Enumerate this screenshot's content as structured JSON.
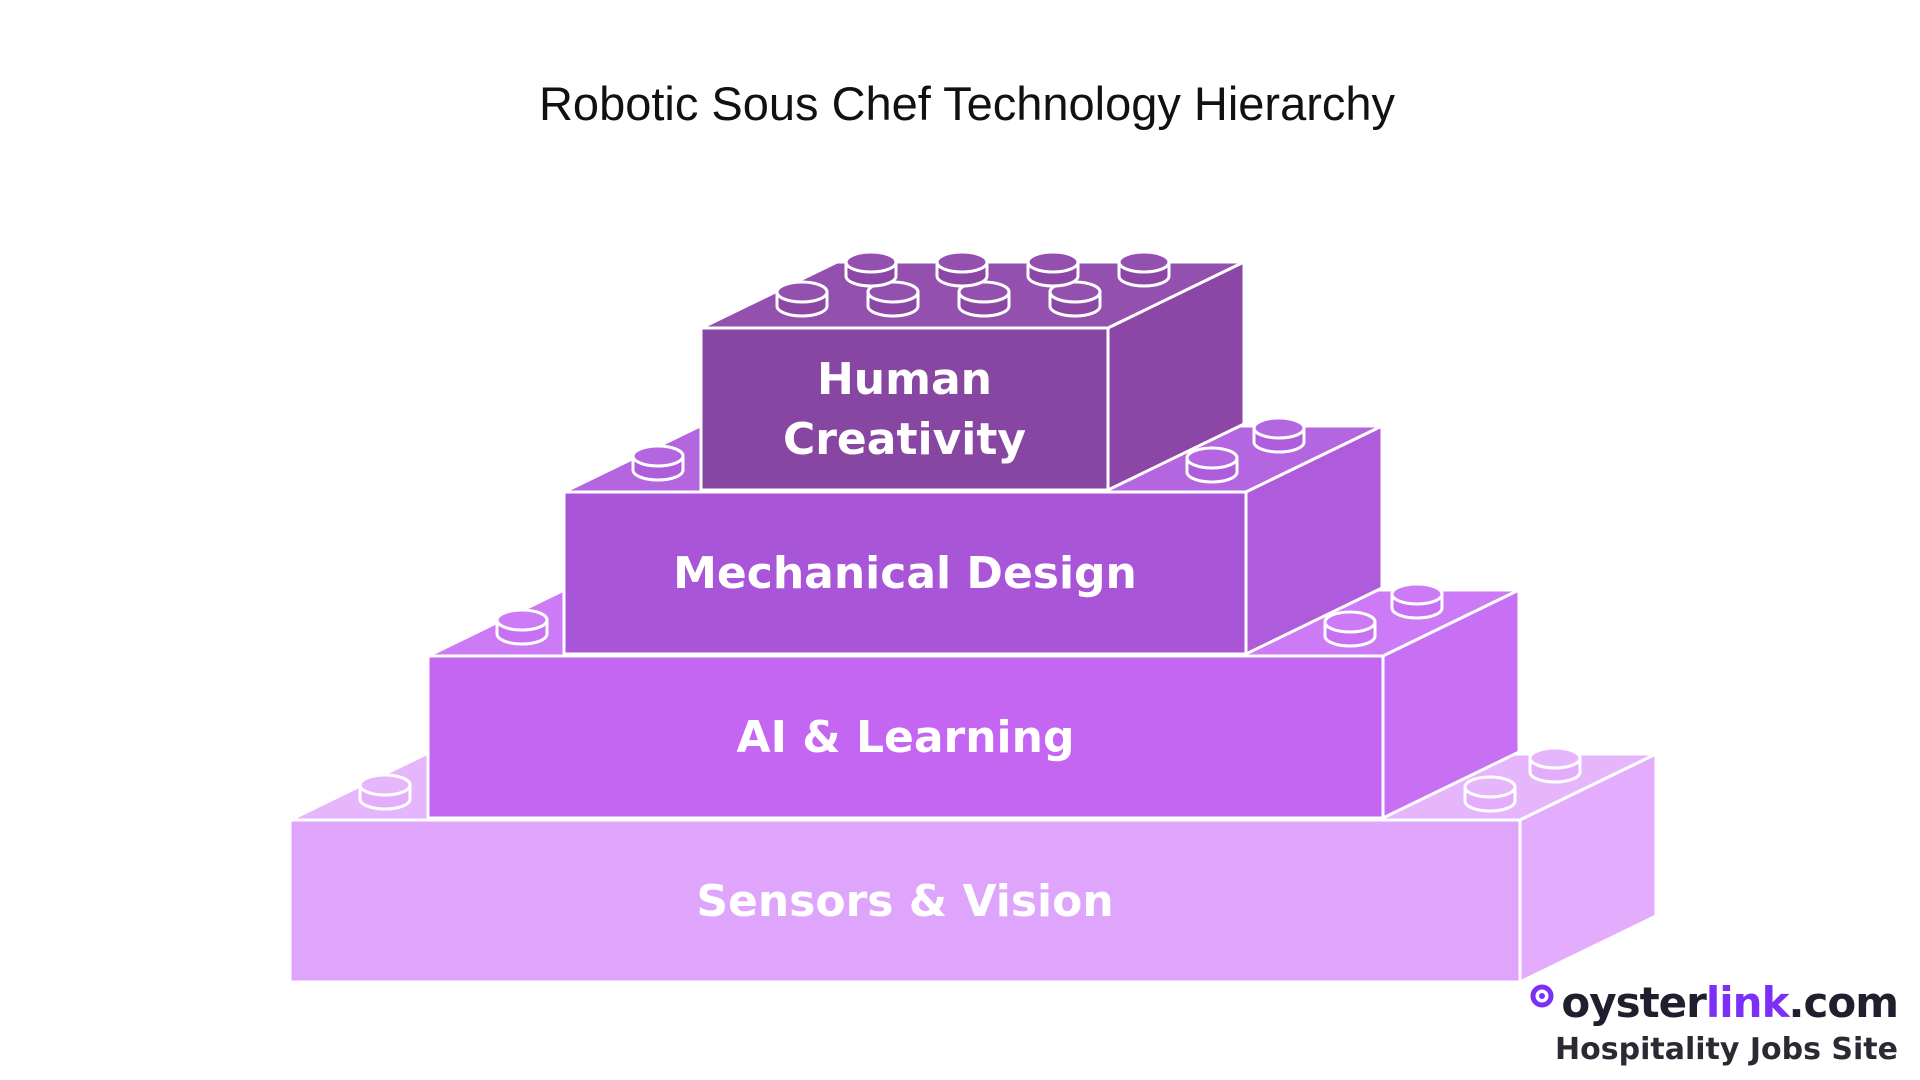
{
  "title": "Robotic Sous Chef Technology Hierarchy",
  "colors": {
    "background": "#ffffff",
    "outline": "#ffffff",
    "label": "#ffffff",
    "brand_dark": "#1f1f2e",
    "brand_accent": "#7b2ff7"
  },
  "blocks": [
    {
      "label_lines": [
        "Sensors & Vision"
      ],
      "face": "#dfa4fb",
      "top": "#e6b6fc",
      "side": "#e4acfc"
    },
    {
      "label_lines": [
        "AI & Learning"
      ],
      "face": "#c466f1",
      "top": "#cc7af5",
      "side": "#c870f3"
    },
    {
      "label_lines": [
        "Mechanical Design"
      ],
      "face": "#a955d7",
      "top": "#b466e0",
      "side": "#ae5cdb"
    },
    {
      "label_lines": [
        "Human",
        "Creativity"
      ],
      "face": "#8746a2",
      "top": "#9350ae",
      "side": "#8b46a6"
    }
  ],
  "brand": {
    "name_start": "oyster",
    "name_accent": "link",
    "name_end": ".com",
    "tagline": "Hospitality Jobs Site",
    "logo_icon": "oysterlink-logo-icon"
  }
}
